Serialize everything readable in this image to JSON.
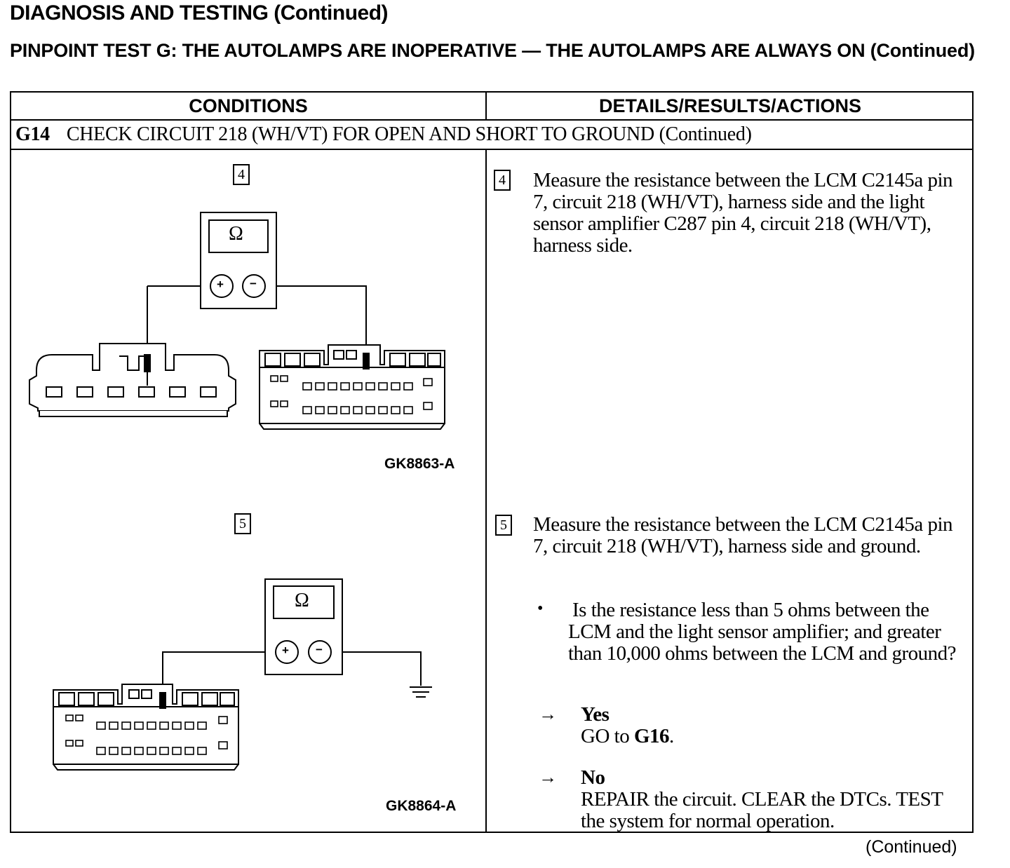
{
  "section_title": "DIAGNOSIS AND TESTING (Continued)",
  "test_title": "PINPOINT TEST G: THE AUTOLAMPS ARE INOPERATIVE — THE AUTOLAMPS ARE ALWAYS ON (Continued)",
  "table": {
    "header_conditions": "CONDITIONS",
    "header_details": "DETAILS/RESULTS/ACTIONS",
    "step_id": "G14",
    "step_title": "CHECK CIRCUIT 218 (WH/VT) FOR OPEN AND SHORT TO GROUND (Continued)"
  },
  "figure4": {
    "number": "4",
    "meter_symbol": "Ω",
    "plus": "+",
    "minus": "−",
    "label": "GK8863-A"
  },
  "figure5": {
    "number": "5",
    "meter_symbol": "Ω",
    "plus": "+",
    "minus": "−",
    "label": "GK8864-A"
  },
  "step4": {
    "number": "4",
    "text": "Measure the resistance between the LCM C2145a pin 7, circuit 218 (WH/VT), harness side and the light sensor amplifier C287 pin 4, circuit 218 (WH/VT), harness side."
  },
  "step5": {
    "number": "5",
    "text": "Measure the resistance between the LCM C2145a pin 7, circuit 218 (WH/VT), harness side and ground.",
    "bullet": "•",
    "question": "Is the resistance less than 5 ohms between the LCM and the light sensor amplifier; and greater than 10,000 ohms between the LCM and ground?",
    "yes_arrow": "→",
    "yes_label": "Yes",
    "yes_action_prefix": "GO to ",
    "yes_action_target": "G16",
    "yes_action_suffix": ".",
    "no_arrow": "→",
    "no_label": "No",
    "no_action": "REPAIR the circuit. CLEAR the DTCs. TEST the system for normal operation."
  },
  "footer_continued": "(Continued)"
}
